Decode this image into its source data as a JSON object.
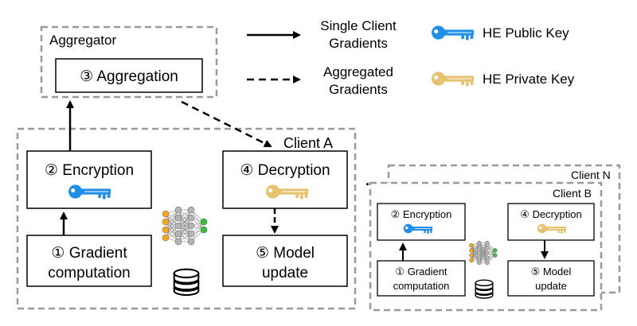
{
  "aggregator": {
    "title": "Aggregator",
    "aggregation_label": "③ Aggregation"
  },
  "legend": {
    "single": [
      "Single Client",
      "Gradients"
    ],
    "aggregated": [
      "Aggregated",
      "Gradients"
    ],
    "public_key": "HE Public Key",
    "private_key": "HE Private Key"
  },
  "client_a": {
    "title": "Client A",
    "encryption": "② Encryption",
    "decryption": "④ Decryption",
    "gradient": [
      "① Gradient",
      "computation"
    ],
    "model_update": [
      "⑤ Model",
      "update"
    ]
  },
  "client_n": {
    "title": "Client N",
    "ellipsis": "..."
  },
  "client_b": {
    "title": "Client B",
    "encryption": "② Encryption",
    "decryption": "④ Decryption",
    "gradient": [
      "① Gradient",
      "computation"
    ],
    "model_update": [
      "⑤ Model",
      "update"
    ]
  },
  "colors": {
    "public_key": "#1f8fe8",
    "private_key": "#e6c270",
    "node_orange": "#f5a623",
    "node_gray": "#b5b5b5",
    "node_green": "#3bbf3b",
    "dashed_border": "#9a9a9a"
  }
}
